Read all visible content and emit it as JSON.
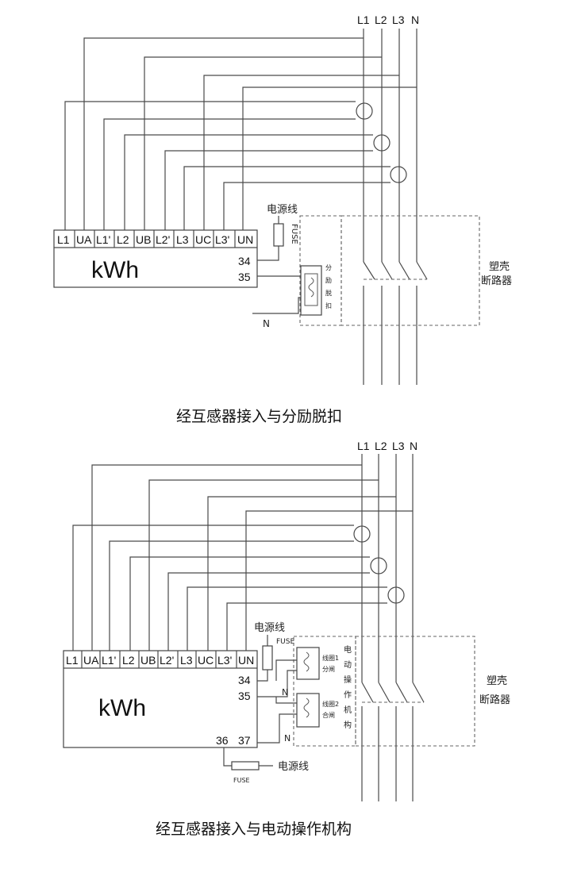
{
  "bus_labels": [
    "L1",
    "L2",
    "L3",
    "N"
  ],
  "terminals": [
    "L1",
    "UA",
    "L1'",
    "L2",
    "UB",
    "L2'",
    "L3",
    "UC",
    "L3'",
    "UN"
  ],
  "meter_label": "kWh",
  "diagram1": {
    "terminal_34": "34",
    "terminal_35": "35",
    "power_line": "电源线",
    "fuse": "FUSE",
    "shunt_label": [
      "分",
      "励",
      "脱",
      "扣"
    ],
    "neutral": "N",
    "breaker": [
      "塑壳",
      "断路器"
    ],
    "caption": "经互感器接入与分励脱扣"
  },
  "diagram2": {
    "terminal_34": "34",
    "terminal_35": "35",
    "terminal_36": "36",
    "terminal_37": "37",
    "power_line": "电源线",
    "fuse": "FUSE",
    "coil1": [
      "线圈1",
      "分闸"
    ],
    "coil2": [
      "线圈2",
      "合闸"
    ],
    "neutral": "N",
    "mechanism": [
      "电",
      "动",
      "操",
      "作",
      "机",
      "构"
    ],
    "breaker": [
      "塑壳",
      "断路器"
    ],
    "fuse_bottom": "FUSE",
    "power_line_bottom": "电源线",
    "caption": "经互感器接入与电动操作机构"
  }
}
